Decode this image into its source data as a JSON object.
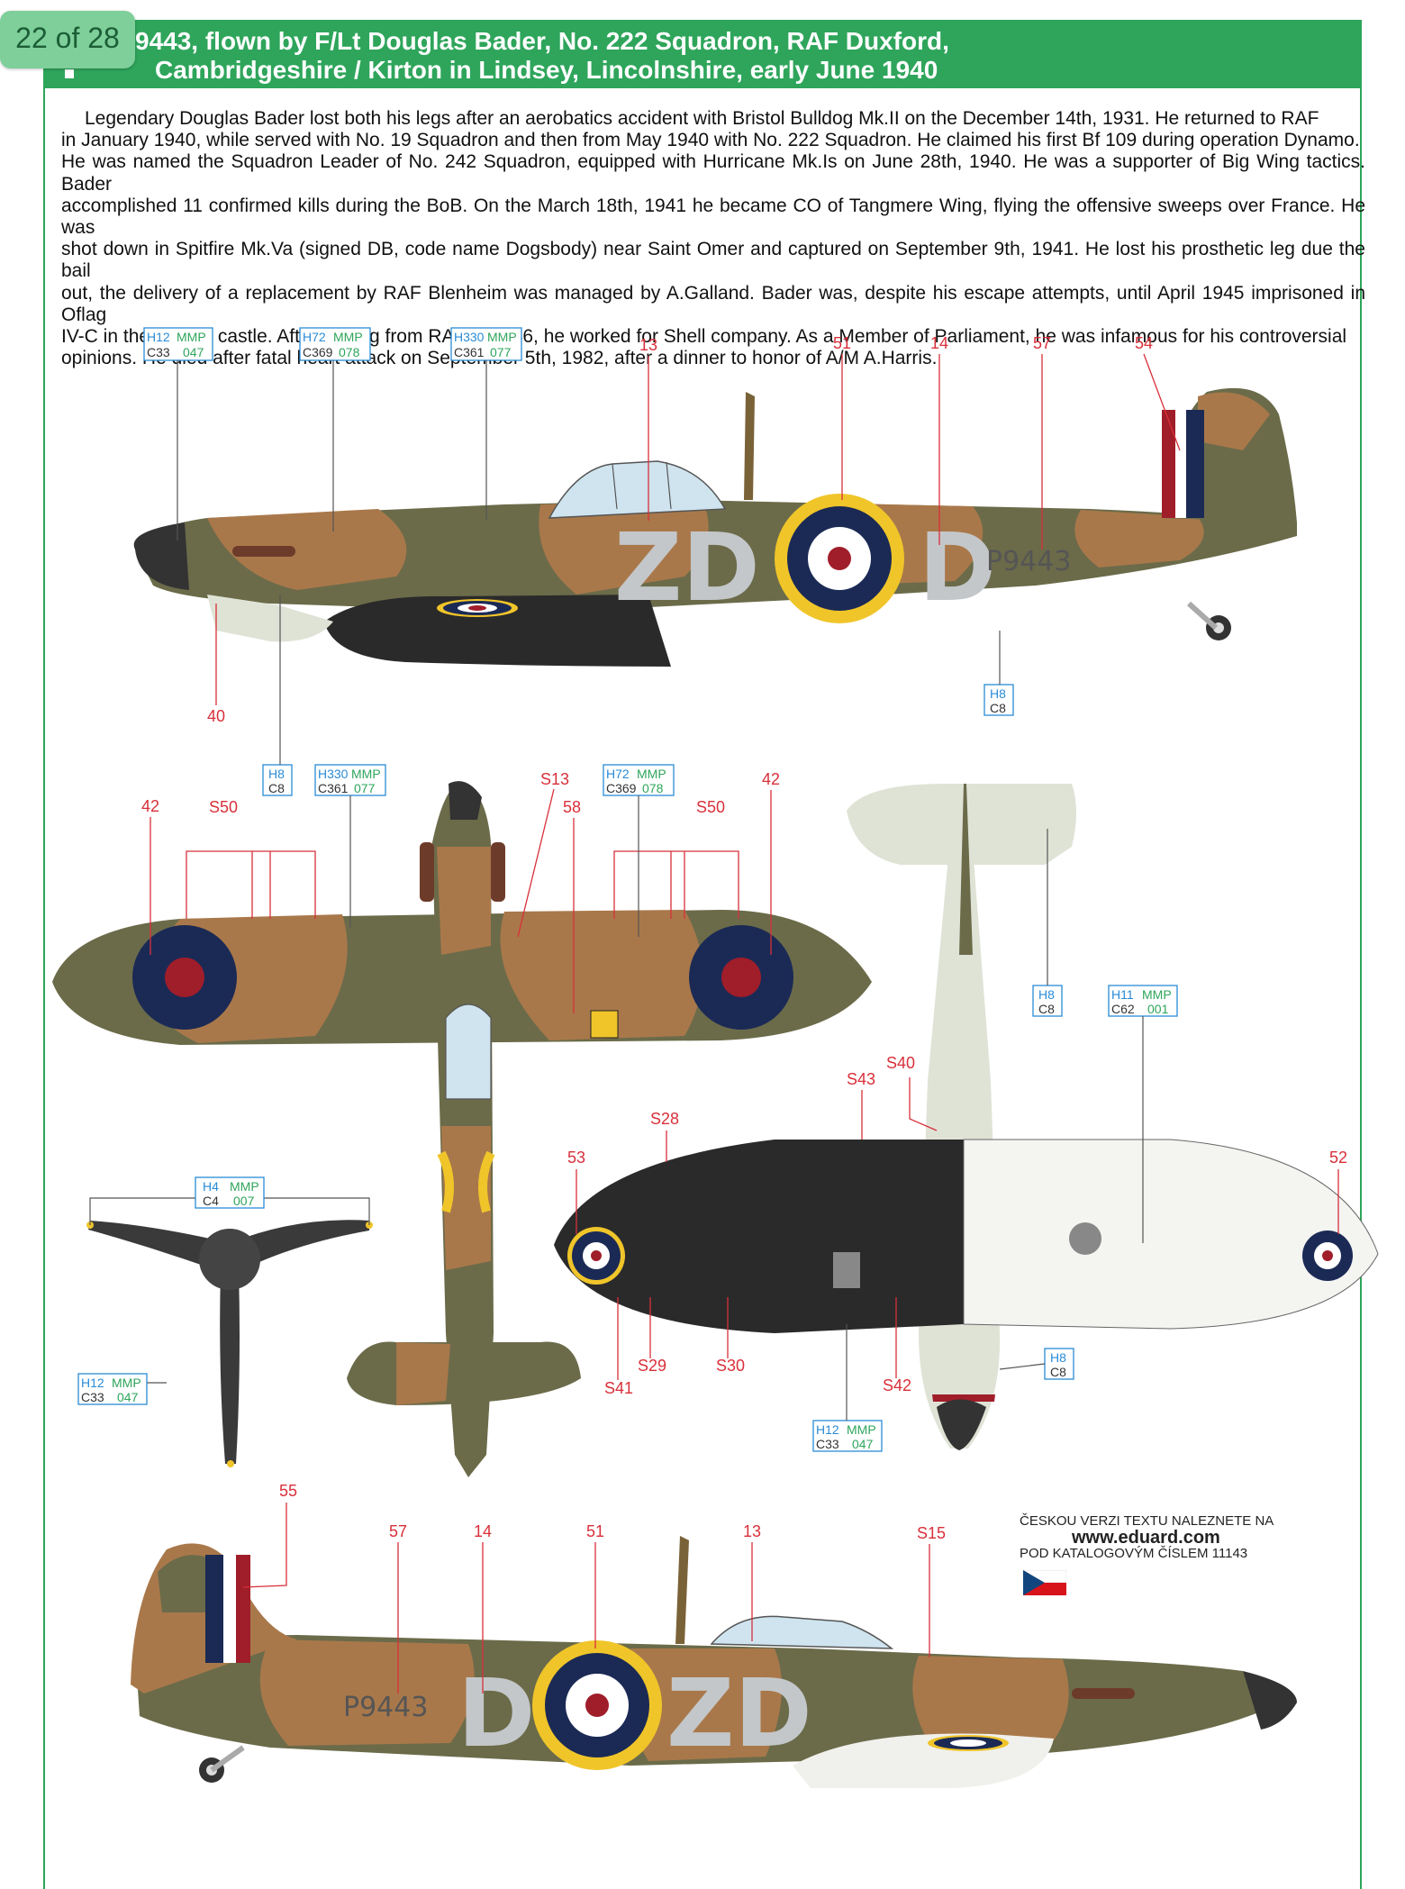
{
  "header": {
    "page_counter": "22 of 28",
    "title_line1": "9443, flown by F/Lt Douglas Bader, No. 222 Squadron, RAF Duxford,",
    "title_line2": "Cambridgeshire / Kirton in Lindsey, Lincolnshire, early June 1940"
  },
  "description": [
    "Legendary Douglas Bader lost both his legs after an aerobatics accident with Bristol Bulldog Mk.II on the December 14th, 1931. He returned to RAF",
    "in January 1940, while served with No. 19 Squadron and then from May 1940 with No. 222 Squadron. He claimed his first Bf 109 during operation Dynamo.",
    "He was named the Squadron Leader of No. 242 Squadron, equipped with Hurricane Mk.Is on June 28th, 1940. He was a supporter of Big Wing tactics. Bader",
    "accomplished 11 confirmed kills during the BoB. On the March 18th, 1941 he became CO of Tangmere Wing, flying the offensive sweeps over France. He was",
    "shot down in Spitfire Mk.Va (signed DB, code name Dogsbody)  near Saint Omer and captured on September 9th, 1941. He lost his prosthetic leg due the bail",
    "out, the delivery of a replacement by RAF Blenheim was managed by A.Galland. Bader was, despite his escape attempts, until April 1945 imprisoned in Oflag",
    "IV-C in the Colditz castle. After retiring from RAF in 1946, he worked for Shell company. As a Member of Parliament, he was infamous for his controversial",
    "opinions. He died after fatal heart attack on September 5th, 1982, after a dinner to honor of A/M  A.Harris."
  ],
  "aircraft": {
    "code_left": "ZD",
    "code_right": "D",
    "serial": "P9443"
  },
  "color_boxes": [
    {
      "id": "top-1",
      "h": "H12",
      "mmp": "MMP",
      "c": "C33",
      "n": "047"
    },
    {
      "id": "top-2",
      "h": "H72",
      "mmp": "MMP",
      "c": "C369",
      "n": "078"
    },
    {
      "id": "top-3",
      "h": "H330",
      "mmp": "MMP",
      "c": "C361",
      "n": "077"
    },
    {
      "id": "side-h8",
      "h": "H8",
      "c": "C8"
    },
    {
      "id": "plan-h8",
      "h": "H8",
      "c": "C8"
    },
    {
      "id": "plan-h330",
      "h": "H330",
      "mmp": "MMP",
      "c": "C361",
      "n": "077"
    },
    {
      "id": "plan-h72",
      "h": "H72",
      "mmp": "MMP",
      "c": "C369",
      "n": "078"
    },
    {
      "id": "under-h8",
      "h": "H8",
      "c": "C8"
    },
    {
      "id": "under-h11",
      "h": "H11",
      "mmp": "MMP",
      "c": "C62",
      "n": "001"
    },
    {
      "id": "prop-h4",
      "h": "H4",
      "mmp": "MMP",
      "c": "C4",
      "n": "007"
    },
    {
      "id": "prop-h12",
      "h": "H12",
      "mmp": "MMP",
      "c": "C33",
      "n": "047"
    },
    {
      "id": "under-h8b",
      "h": "H8",
      "c": "C8"
    },
    {
      "id": "under-h12",
      "h": "H12",
      "mmp": "MMP",
      "c": "C33",
      "n": "047"
    }
  ],
  "callouts": [
    "13",
    "51",
    "14",
    "57",
    "54",
    "40",
    "42",
    "S50",
    "S13",
    "58",
    "S50",
    "42",
    "S40",
    "S43",
    "S28",
    "53",
    "52",
    "S29",
    "S30",
    "S41",
    "S42",
    "55",
    "57",
    "14",
    "51",
    "13",
    "S15"
  ],
  "czech_note": {
    "line1": "ČESKOU VERZI TEXTU NALEZNETE NA",
    "url": "www.eduard.com",
    "line3": "POD KATALOGOVÝM ČÍSLEM 11143"
  },
  "colors": {
    "accent": "#2ea55b",
    "callout_red": "#d8303a",
    "box_blue": "#2a8bd6",
    "box_green": "#2ea55b",
    "camo_green": "#6b6b4a",
    "camo_brown": "#a9784a",
    "sky": "#dfe3d6",
    "roundel_blue": "#1b2a55",
    "roundel_red": "#a01d2a",
    "roundel_yellow": "#f0c52a"
  }
}
